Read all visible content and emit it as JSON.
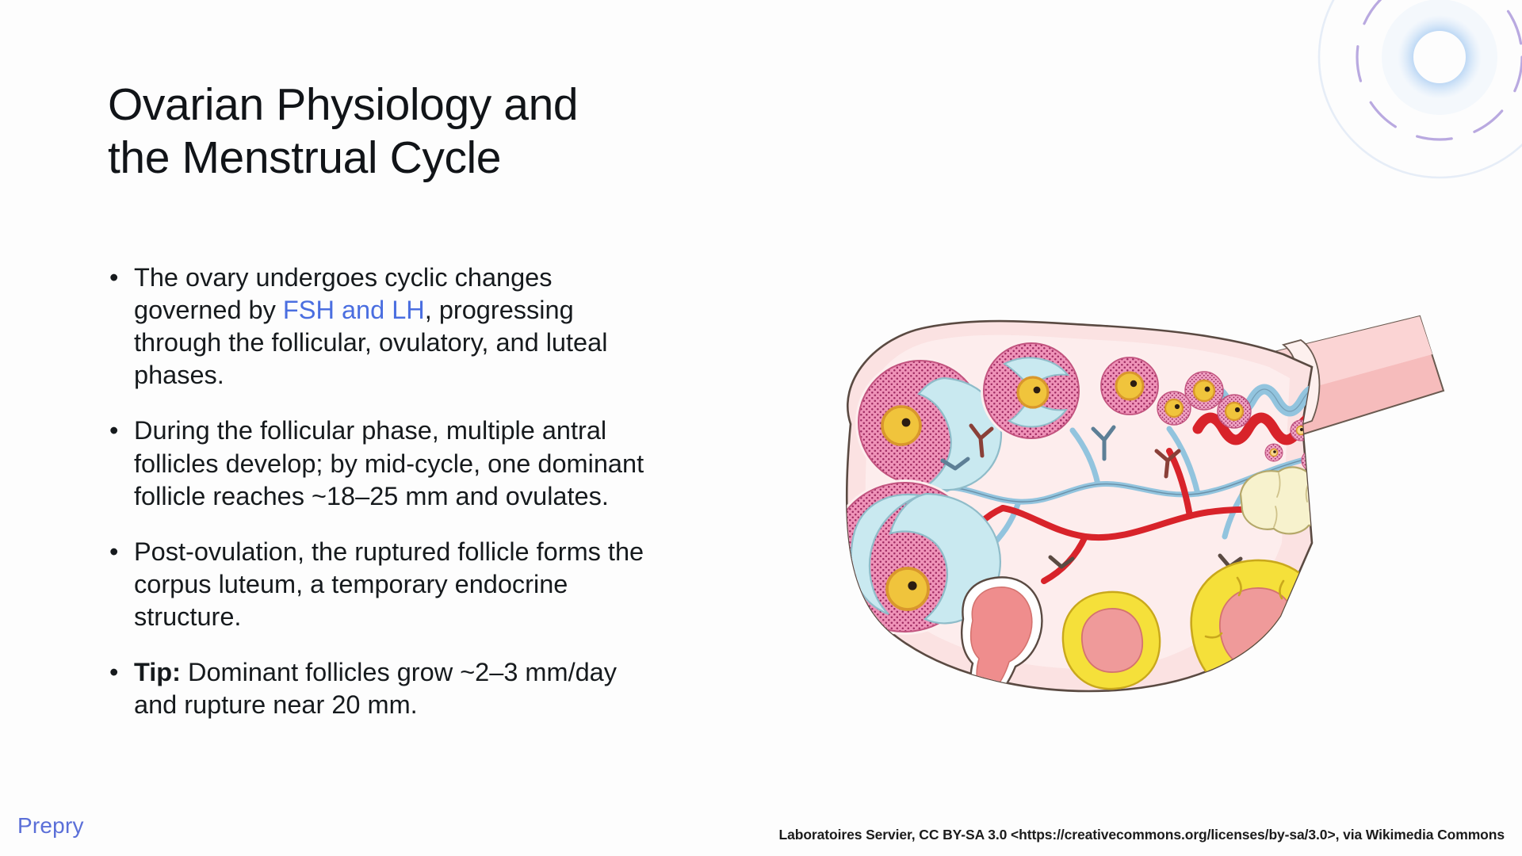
{
  "slide": {
    "background_color": "#fdfdfd",
    "title_lines": [
      "Ovarian Physiology and",
      "the Menstrual Cycle"
    ],
    "title_color": "#111418"
  },
  "bullets": [
    {
      "marker": "•",
      "parts": [
        {
          "text": "The ovary undergoes cyclic changes governed by ",
          "style": "plain"
        },
        {
          "text": "FSH and LH",
          "style": "highlight"
        },
        {
          "text": ", progressing through the follicular, ovulatory, and luteal phases.",
          "style": "plain"
        }
      ]
    },
    {
      "marker": "•",
      "parts": [
        {
          "text": "During the follicular phase, multiple antral follicles develop; by mid-cycle, one dominant follicle reaches ~18–25 mm and ovulates.",
          "style": "plain"
        }
      ]
    },
    {
      "marker": "•",
      "parts": [
        {
          "text": "Post-ovulation, the ruptured follicle forms the corpus luteum, a temporary endocrine structure.",
          "style": "plain"
        }
      ]
    },
    {
      "marker": "•",
      "parts": [
        {
          "text": "Tip:",
          "style": "lead"
        },
        {
          "text": " Dominant follicles grow ~2–3 mm/day and rupture near 20 mm.",
          "style": "plain"
        }
      ]
    }
  ],
  "highlight_color": "#4a6ee0",
  "figure": {
    "name": "ovary-cross-section-illustration",
    "description": "Anatomical cross-section of a human ovary with mesovarium stalk, showing primordial and primary follicles, growing antral follicles, a ruptured ovulation site releasing an oocyte, a corpus luteum, a corpus haemorrhagicum and a corpus albicans, plus arterial and venous supply.",
    "colors": {
      "stroke": "#4a4038",
      "stroma": "#fbe2e2",
      "stroma_light": "#fdeeee",
      "theca": "#eb8ab4",
      "theca_dot": "#9e2b62",
      "antrum": "#c9e9f0",
      "oocyte": "#f0c43c",
      "oocyte_ring": "#d9972c",
      "nucleus": "#2b1d12",
      "corpus_luteum": "#f5e03a",
      "corpus_luteum_core": "#ef9a9a",
      "corpus_albicans": "#f7f2cd",
      "haemorrhagicum": "#ef8d8d",
      "artery": "#d8232a",
      "vein": "#92c4de"
    }
  },
  "footer": {
    "brand": "Prepry",
    "brand_color": "#5b6fd8",
    "credit": "Laboratoires Servier, CC BY-SA 3.0 <https://creativecommons.org/licenses/by-sa/3.0>, via Wikimedia Commons"
  },
  "decoration": {
    "name": "concentric-circles-ornament",
    "ring_color": "#bcd8f5",
    "dashed_color": "#b9a9e0",
    "outline_color": "#e6edf7",
    "dot_color": "#5b9bf0"
  }
}
